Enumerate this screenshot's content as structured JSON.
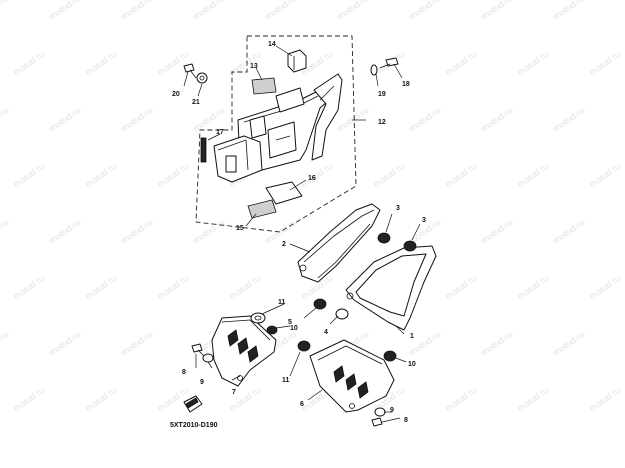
{
  "watermark": "motod.ru",
  "diagram_code": "5XT2010-D190",
  "callouts": [
    "1",
    "2",
    "3",
    "3",
    "4",
    "5",
    "6",
    "7",
    "8",
    "8",
    "9",
    "9",
    "10",
    "10",
    "11",
    "11",
    "12",
    "13",
    "14",
    "15",
    "16",
    "17",
    "18",
    "19",
    "20",
    "21"
  ]
}
